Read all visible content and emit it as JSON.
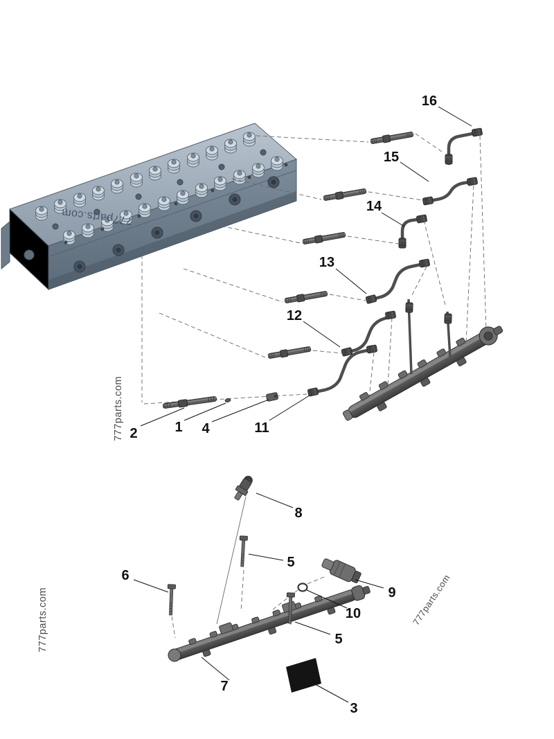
{
  "watermarks": {
    "head": "777parts.com",
    "left_mid": "777parts.com",
    "left_bottom": "777parts.com",
    "right_bottom": "777parts.com"
  },
  "callouts": {
    "c1": {
      "label": "1"
    },
    "c2": {
      "label": "2"
    },
    "c3": {
      "label": "3"
    },
    "c4": {
      "label": "4"
    },
    "c5a": {
      "label": "5"
    },
    "c5b": {
      "label": "5"
    },
    "c6": {
      "label": "6"
    },
    "c7": {
      "label": "7"
    },
    "c8": {
      "label": "8"
    },
    "c9": {
      "label": "9"
    },
    "c10": {
      "label": "10"
    },
    "c11": {
      "label": "11"
    },
    "c12": {
      "label": "12"
    },
    "c13": {
      "label": "13"
    },
    "c14": {
      "label": "14"
    },
    "c15": {
      "label": "15"
    },
    "c16": {
      "label": "16"
    }
  },
  "colors": {
    "background": "#ffffff",
    "callout_text": "#111111",
    "watermark_text": "#4a4a4a",
    "metal_light": "#aeb9c4",
    "metal_dark": "#4e4e4e"
  }
}
